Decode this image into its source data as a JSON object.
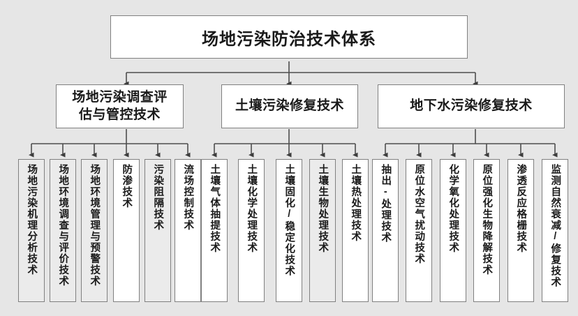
{
  "diagram": {
    "title": "场地污染防治技术体系",
    "type": "hierarchy-tree",
    "background_color": "#e6e6e6",
    "box_fill_white": "#ffffff",
    "box_fill_shaded": "#ebebeb",
    "box_border_color": "#808080",
    "connector_color": "#4d4d4d",
    "root": {
      "label": "场地污染防治技术体系"
    },
    "branches": [
      {
        "label": "场地污染调查评估与管控技术",
        "label_lines": [
          "场地污染调查评",
          "估与管控技术"
        ],
        "children": [
          {
            "label": "场地污染机理分析技术",
            "shaded": true
          },
          {
            "label": "场地环境调查与评价技术",
            "shaded": true
          },
          {
            "label": "场地环境管理与预警技术",
            "shaded": true
          },
          {
            "label": "防渗技术",
            "shaded": false
          },
          {
            "label": "污染阻隔技术",
            "shaded": true
          },
          {
            "label": "流场控制技术",
            "shaded": false
          }
        ]
      },
      {
        "label": "土壤污染修复技术",
        "label_lines": [
          "土壤污染修复技术"
        ],
        "children": [
          {
            "label": "土壤气体抽提技术",
            "shaded": false
          },
          {
            "label": "土壤化学处理技术",
            "shaded": false
          },
          {
            "label": "土壤固化/稳定化技术",
            "shaded": false
          },
          {
            "label": "土壤生物处理技术",
            "shaded": true
          },
          {
            "label": "土壤热处理技术",
            "shaded": false
          }
        ]
      },
      {
        "label": "地下水污染修复技术",
        "label_lines": [
          "地下水污染修复技术"
        ],
        "children": [
          {
            "label": "抽出-处理技术",
            "shaded": false
          },
          {
            "label": "原位水空气扰动技术",
            "shaded": false
          },
          {
            "label": "化学氧化处理技术",
            "shaded": false
          },
          {
            "label": "原位强化生物降解技术",
            "shaded": false
          },
          {
            "label": "渗透反应格栅技术",
            "shaded": false
          },
          {
            "label": "监测自然衰减/修复技术",
            "shaded": false
          }
        ]
      }
    ]
  }
}
